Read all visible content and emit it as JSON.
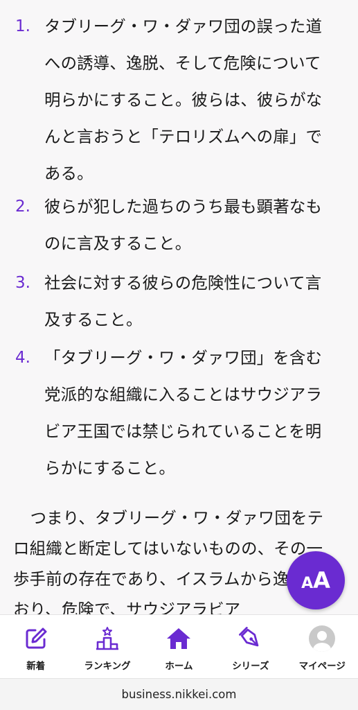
{
  "article": {
    "points": [
      {
        "num": "1.",
        "text": "タブリーグ・ワ・ダァワ団の誤った道への誘導、逸脱、そして危険について明らかにすること。彼らは、彼らがなんと言おうと「テロリズムへの扉」である。"
      },
      {
        "num": "2.",
        "text": "彼らが犯した過ちのうち最も顕著なものに言及すること。"
      },
      {
        "num": "3.",
        "text": "社会に対する彼らの危険性について言及すること。"
      },
      {
        "num": "4.",
        "text": "「タブリーグ・ワ・ダァワ団」を含む党派的な組織に入ることはサウジアラビア王国では禁じられていることを明らかにすること。"
      }
    ],
    "paragraph": "つまり、タブリーグ・ワ・ダァワ団をテロ組織と断定してはいないものの、その一歩手前の存在であり、イスラムから逸脱しており、危険で、サウジアラビア"
  },
  "font_size_button": {
    "small": "A",
    "big": "A"
  },
  "tabbar": {
    "items": [
      {
        "label": "新着",
        "icon": "edit-icon"
      },
      {
        "label": "ランキング",
        "icon": "ranking-icon"
      },
      {
        "label": "ホーム",
        "icon": "home-icon"
      },
      {
        "label": "シリーズ",
        "icon": "pen-nib-icon"
      },
      {
        "label": "マイページ",
        "icon": "avatar-icon"
      }
    ]
  },
  "browser": {
    "url": "business.nikkei.com"
  },
  "colors": {
    "accent": "#6a2bd1",
    "text": "#1a1a1a",
    "background": "#f8f7f8"
  }
}
